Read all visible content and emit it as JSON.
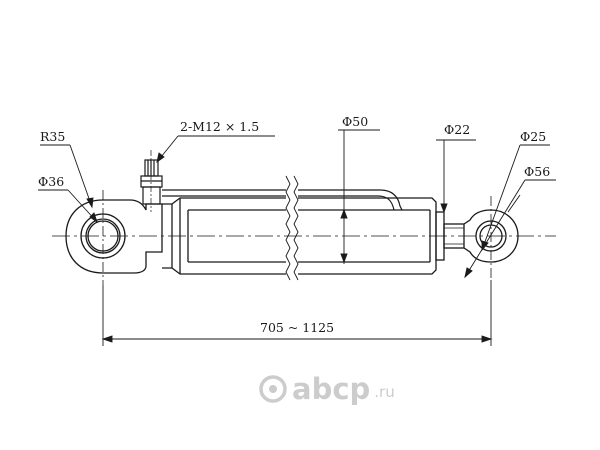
{
  "dimensions": {
    "eye_radius": "R35",
    "eye_bore_left": "Φ36",
    "port_thread": "2-M12 × 1.5",
    "bore_diameter": "Φ50",
    "rod_diameter": "Φ22",
    "eye_bore_right": "Φ25",
    "eye_outer_right": "Φ56",
    "length_range": "705 ~ 1125"
  },
  "watermark": {
    "brand": "abcp",
    "suffix": ".ru"
  },
  "colors": {
    "line": "#1a1a1a",
    "watermark": "#9a9a9a"
  }
}
